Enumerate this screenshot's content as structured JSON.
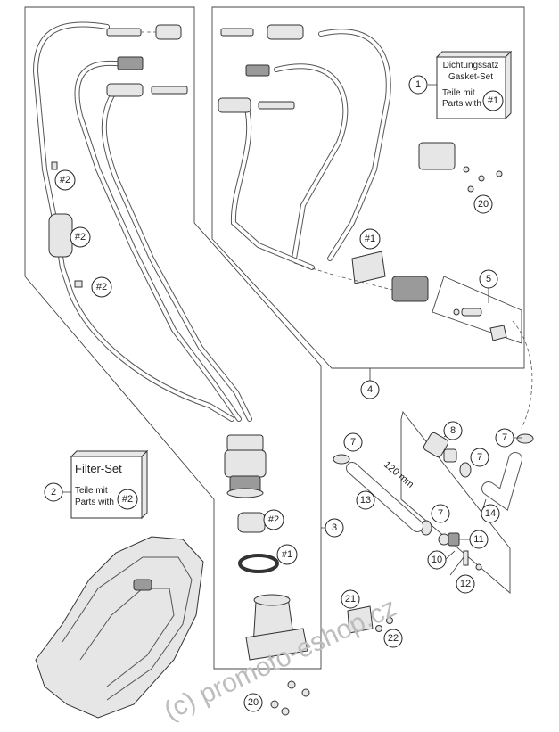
{
  "callouts": {
    "c1": "1",
    "c2": "2",
    "c3": "3",
    "c4": "4",
    "c5": "5",
    "c7a": "7",
    "c7b": "7",
    "c7c": "7",
    "c7d": "7",
    "c8": "8",
    "c10": "10",
    "c11": "11",
    "c12": "12",
    "c13": "13",
    "c14": "14",
    "c20a": "20",
    "c20b": "20",
    "c21": "21",
    "c22": "22",
    "k1a": "#1",
    "k1b": "#1",
    "k2a": "#2",
    "k2b": "#2",
    "k2c": "#2",
    "k2d": "#2"
  },
  "boxes": {
    "gasket": {
      "line1": "Dichtungssatz",
      "line2": "Gasket-Set",
      "line3": "Teile mit",
      "line4": "Parts with",
      "key": "#1"
    },
    "filter": {
      "title": "Filter-Set",
      "line1": "Teile mit",
      "line2": "Parts with",
      "key": "#2"
    }
  },
  "dimension": "120 mm",
  "watermark": "(c) promoto-eshop.cz"
}
